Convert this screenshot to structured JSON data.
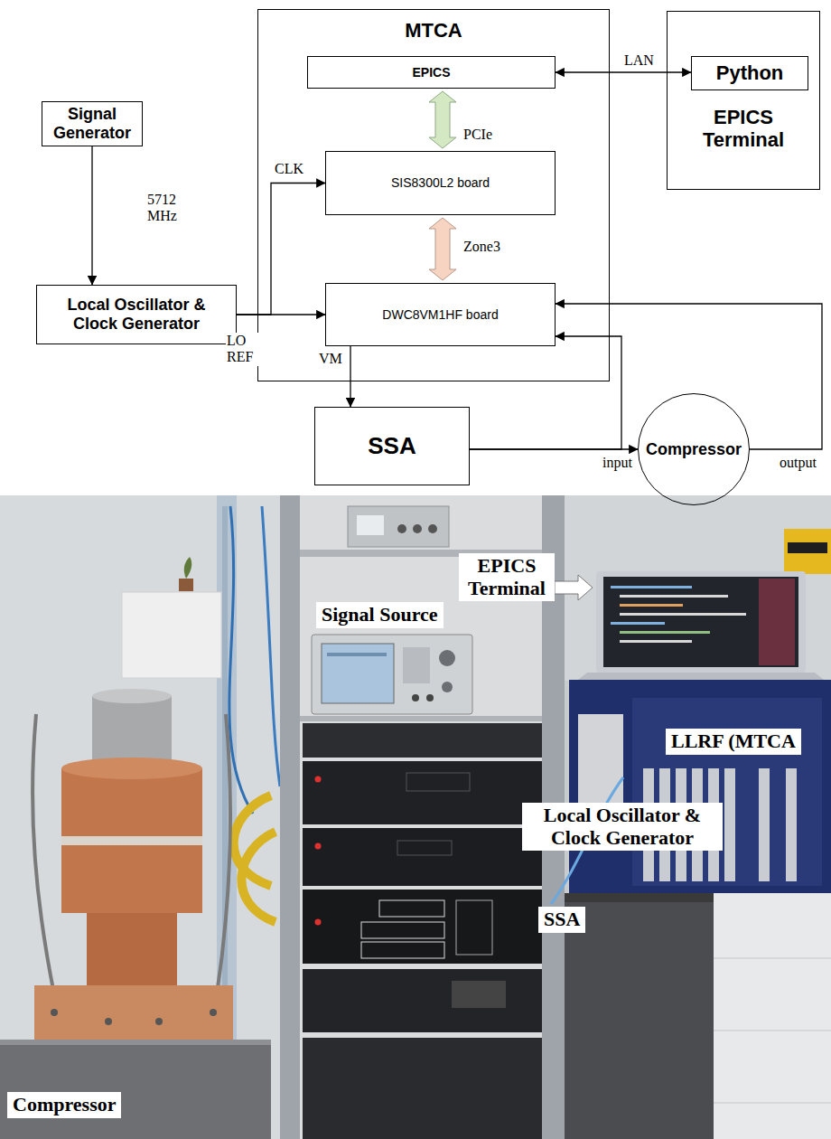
{
  "diagram": {
    "nodes": [
      {
        "text": [
          "MTCA"
        ]
      },
      {
        "text": [
          "EPICS"
        ],
        "in": 0
      },
      {
        "text": [
          "SIS8300L2 board"
        ],
        "in": 0
      },
      {
        "text": [
          "DWC8VM1HF board"
        ],
        "in": 0
      },
      {
        "text": [
          "Signal Generator"
        ]
      },
      {
        "text": [
          "Local Oscillator & Clock Generator"
        ]
      },
      {
        "text": [
          "EPICS Terminal"
        ]
      },
      {
        "text": [
          "Python"
        ],
        "in": 6
      },
      {
        "text": [
          "SSA"
        ]
      },
      {
        "text": [
          "Compressor"
        ]
      }
    ],
    "edges": [
      {
        "from": 1,
        "to": 7,
        "arrow": "both",
        "label": "LAN"
      },
      {
        "from": 1,
        "to": 2,
        "arrow": "both",
        "label": "PCIe"
      },
      {
        "from": 2,
        "to": 3,
        "arrow": "both",
        "label": "Zone3"
      },
      {
        "from": 4,
        "to": 5,
        "arrow": "to",
        "label": "5712 MHz"
      },
      {
        "from": 5,
        "to": 2,
        "arrow": "to",
        "label": "CLK"
      },
      {
        "from": 5,
        "to": 3,
        "arrow": "to",
        "label": "LO REF"
      },
      {
        "from": 3,
        "to": 8,
        "arrow": "to",
        "label": "VM"
      },
      {
        "from": 8,
        "to": 9,
        "arrow": "to",
        "label": "input"
      },
      {
        "from": 8,
        "to": 3,
        "arrow": "to"
      },
      {
        "from": 9,
        "to": 3,
        "arrow": "to",
        "label": "output"
      }
    ],
    "labels": [
      "EPICS Terminal",
      "Signal Source",
      "LLRF (MTCA",
      "Local Oscillator & Clock Generator",
      "SSA",
      "Compressor"
    ]
  }
}
